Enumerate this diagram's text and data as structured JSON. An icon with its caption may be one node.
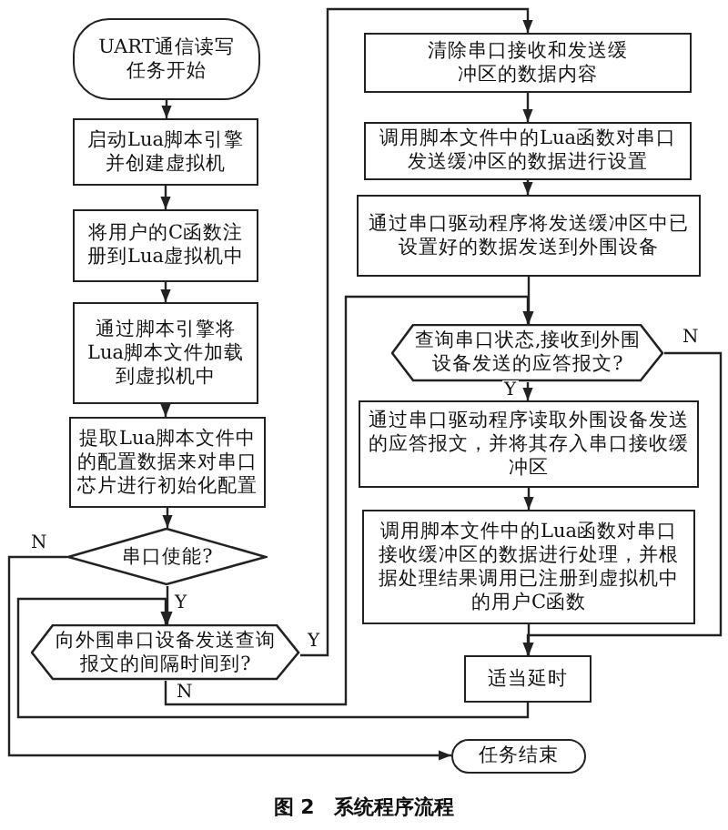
{
  "diagram": {
    "caption": "图 2　系统程序流程",
    "nodes": [
      {
        "text": [
          "UART通信读写任务开始"
        ]
      },
      {
        "text": [
          "启动Lua脚本引擎并创建虚拟机"
        ]
      },
      {
        "text": [
          "将用户的C函数注册到Lua虚拟机中"
        ]
      },
      {
        "text": [
          "通过脚本引擎将Lua脚本文件加载到虚拟机中"
        ]
      },
      {
        "text": [
          "提取Lua脚本文件中的配置数据来对串口芯片进行初始化配置"
        ]
      },
      {
        "text": [
          "串口使能?"
        ]
      },
      {
        "text": [
          "向外围串口设备发送查询报文的间隔时间到?"
        ]
      },
      {
        "text": [
          "清除串口接收和发送缓冲区的数据内容"
        ]
      },
      {
        "text": [
          "调用脚本文件中的Lua函数对串口发送缓冲区的数据进行设置"
        ]
      },
      {
        "text": [
          "通过串口驱动程序将发送缓冲区中已设置好的数据发送到外围设备"
        ]
      },
      {
        "text": [
          "查询串口状态,接收到外围设备发送的应答报文?"
        ]
      },
      {
        "text": [
          "通过串口驱动程序读取外围设备发送的应答报文，并将其存入串口接收缓冲区"
        ]
      },
      {
        "text": [
          "调用脚本文件中的Lua函数对串口接收缓冲区的数据进行处理，并根据处理结果调用已注册到虚拟机中的用户C函数"
        ]
      },
      {
        "text": [
          "适当延时"
        ]
      },
      {
        "text": [
          "任务结束"
        ]
      }
    ],
    "edges": [
      {
        "from": 0,
        "to": 1,
        "arrow": "to"
      },
      {
        "from": 1,
        "to": 2,
        "arrow": "to"
      },
      {
        "from": 2,
        "to": 3,
        "arrow": "to"
      },
      {
        "from": 3,
        "to": 4,
        "arrow": "to"
      },
      {
        "from": 4,
        "to": 5,
        "arrow": "to"
      },
      {
        "from": 5,
        "to": 6,
        "arrow": "to",
        "label": "Y"
      },
      {
        "from": 6,
        "to": 7,
        "arrow": "to",
        "label": "Y"
      },
      {
        "from": 6,
        "to": 10,
        "arrow": "to",
        "label": "N"
      },
      {
        "from": 7,
        "to": 8,
        "arrow": "to"
      },
      {
        "from": 8,
        "to": 9,
        "arrow": "to"
      },
      {
        "from": 9,
        "to": 10,
        "arrow": "to"
      },
      {
        "from": 10,
        "to": 11,
        "arrow": "to",
        "label": "Y"
      },
      {
        "from": 10,
        "to": 13,
        "arrow": "to",
        "label": "N"
      },
      {
        "from": 11,
        "to": 12,
        "arrow": "to"
      },
      {
        "from": 12,
        "to": 13,
        "arrow": "to"
      },
      {
        "from": 13,
        "to": 6,
        "arrow": "to"
      },
      {
        "from": 5,
        "to": 14,
        "arrow": "to",
        "label": "N"
      }
    ]
  }
}
